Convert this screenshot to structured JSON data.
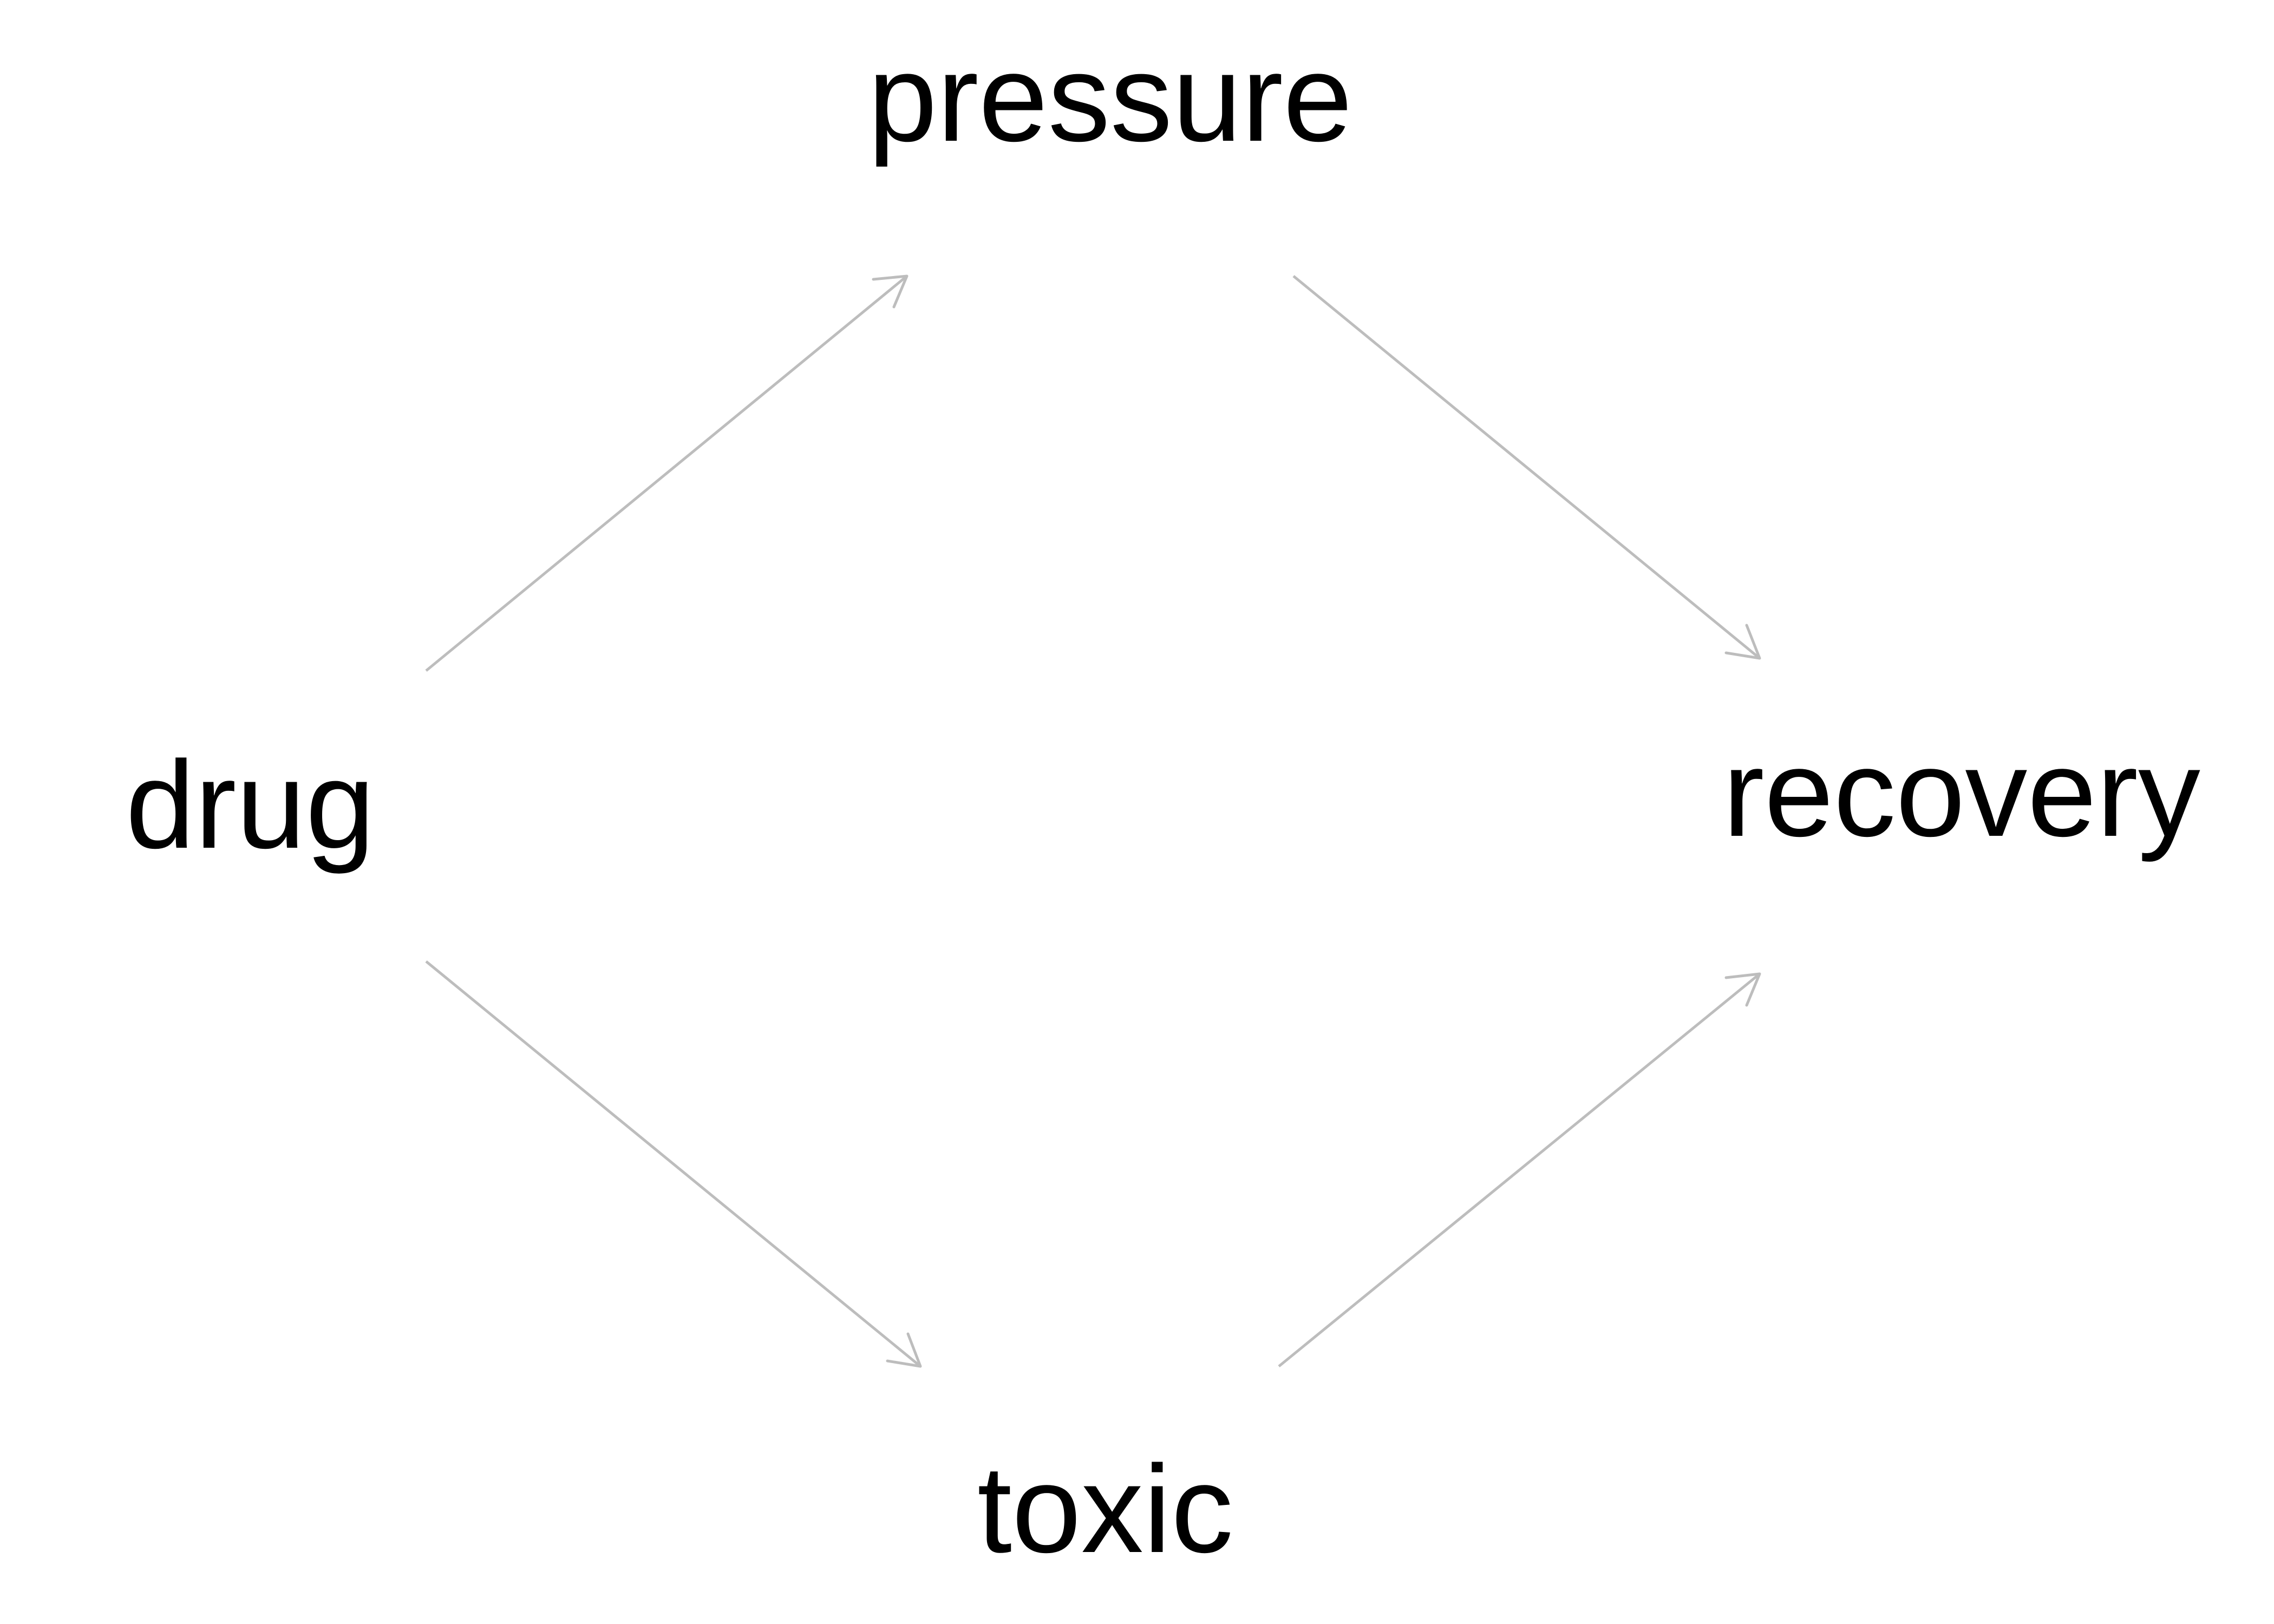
{
  "nodes": {
    "drug": "drug",
    "pressure": "pressure",
    "recovery": "recovery",
    "toxic": "toxic"
  },
  "edges": [
    {
      "from": "drug",
      "to": "pressure"
    },
    {
      "from": "pressure",
      "to": "recovery"
    },
    {
      "from": "drug",
      "to": "toxic"
    },
    {
      "from": "toxic",
      "to": "recovery"
    }
  ],
  "colors": {
    "edge": "#bdbdbd",
    "label": "#000000",
    "background": "#ffffff"
  }
}
